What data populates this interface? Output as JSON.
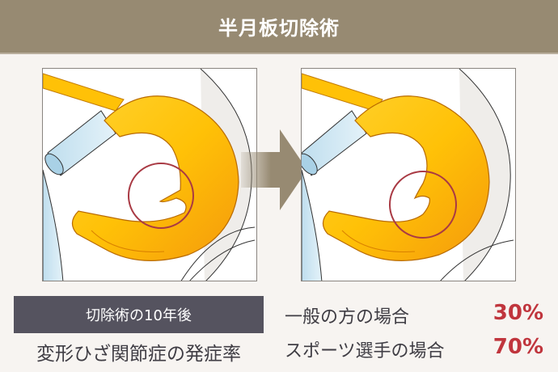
{
  "header": {
    "title": "半月板切除術"
  },
  "diagram": {
    "before_panel": {
      "description": "meniscus-with-tear",
      "highlight_color": "#a93a44"
    },
    "after_panel": {
      "description": "meniscus-after-resection",
      "highlight_color": "#a93a44"
    },
    "arrow": {
      "icon": "arrow-right-icon",
      "color": "#978a72"
    },
    "colors": {
      "meniscus": "#fdb813",
      "meniscus_dark": "#f59a0b",
      "ligament": "#cfe7f3",
      "outline": "#333333"
    }
  },
  "caption": {
    "label": "切除術の10年後",
    "subtitle": "変形ひざ関節症の発症率"
  },
  "stats": [
    {
      "label": "一般の方の場合",
      "value": "30%"
    },
    {
      "label": "スポーツ選手の場合",
      "value": "70%"
    }
  ]
}
